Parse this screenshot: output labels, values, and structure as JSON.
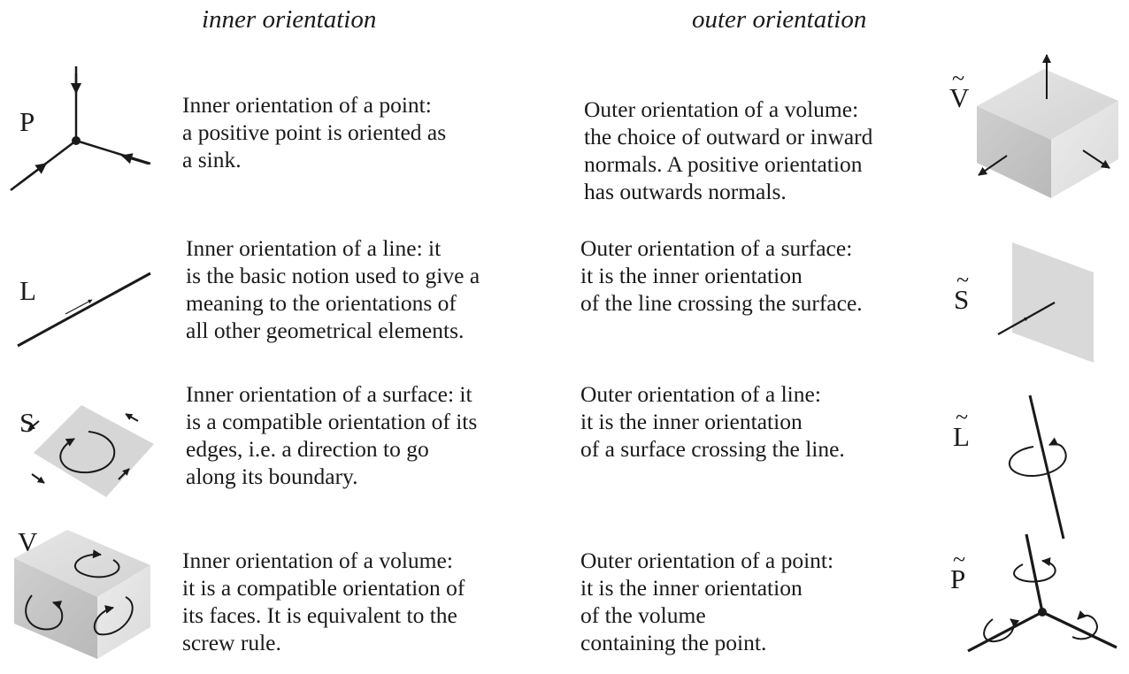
{
  "headers": {
    "inner": "inner orientation",
    "outer": "outer orientation"
  },
  "inner": [
    {
      "label": "P",
      "lines": [
        "Inner orientation of a point:",
        "a positive point is oriented as",
        "a sink."
      ]
    },
    {
      "label": "L",
      "lines": [
        "Inner orientation of a line: it",
        "is the basic notion used to give a",
        "meaning to the orientations of",
        "all other geometrical elements."
      ]
    },
    {
      "label": "S",
      "lines": [
        "Inner orientation of a surface: it",
        "is a compatible orientation of its",
        "edges, i.e. a direction to go",
        "along its boundary."
      ]
    },
    {
      "label": "V",
      "lines": [
        "Inner orientation of a volume:",
        "it is a compatible orientation of",
        "its faces. It is equivalent to the",
        "screw rule."
      ]
    }
  ],
  "outer": [
    {
      "label": "V",
      "lines": [
        "Outer orientation of a volume:",
        "the choice of outward or inward",
        "normals. A positive orientation",
        "has outwards normals."
      ]
    },
    {
      "label": "S",
      "lines": [
        "Outer orientation of a surface:",
        "it is the inner orientation",
        "of the line crossing the surface."
      ]
    },
    {
      "label": "L",
      "lines": [
        "Outer orientation of a line:",
        "it is  the inner orientation",
        "of a surface crossing the line."
      ]
    },
    {
      "label": "P",
      "lines": [
        "Outer orientation of a point:",
        "it is the inner orientation",
        "of the volume",
        "containing the point."
      ]
    }
  ],
  "tilde": "~"
}
